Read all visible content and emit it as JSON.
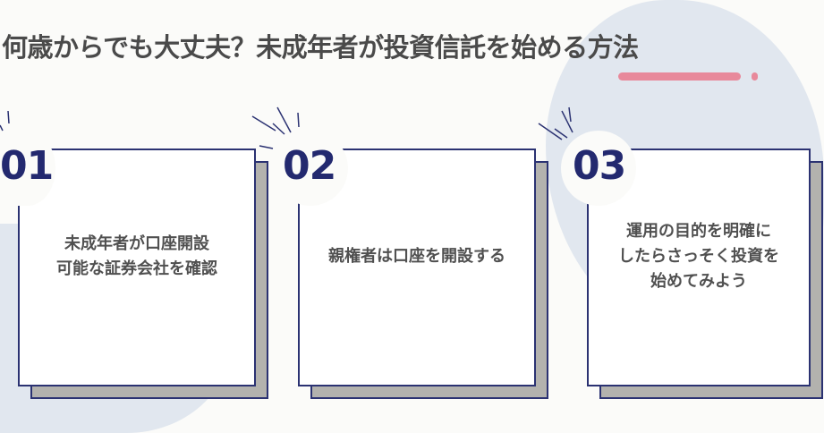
{
  "title": "何歳からでも大丈夫？未成年者が投資信託を始める方法",
  "colors": {
    "accent": "#e8899b",
    "navy": "#23296f",
    "blob": "#e1e7ef"
  },
  "steps": [
    {
      "number": "01",
      "text": "未成年者が口座開設\n可能な証券会社を確認"
    },
    {
      "number": "02",
      "text": "親権者は口座を開設する"
    },
    {
      "number": "03",
      "text": "運用の目的を明確に\nしたらさっそく投資を\n始めてみよう"
    }
  ]
}
